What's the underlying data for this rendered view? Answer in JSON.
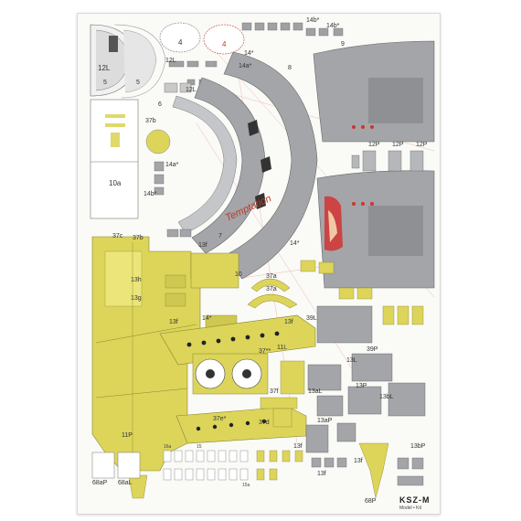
{
  "sheet": {
    "brand": "KSZ-M",
    "brand_sub": "Model • Kit",
    "nose_art": "Temptation",
    "labels": {
      "p12L_a": "12L",
      "p5_a": "5",
      "p5_b": "5",
      "p4_a": "4",
      "p4_b": "4",
      "p12L_b": "12L",
      "p12L_c": "12L",
      "p14a_a": "14a*",
      "p14a_top": "14*",
      "p8": "8",
      "p9": "9",
      "p14b_a": "14b*",
      "p14b_b": "14b*",
      "p6": "6",
      "p37b_a": "37b",
      "p14a_b": "14a*",
      "p14b_c": "14b*",
      "p10a": "10a",
      "p7": "7",
      "p12P_a": "12P",
      "p12P_b": "12P",
      "p12P_c": "12P",
      "p37c": "37c",
      "p37b_b": "37b",
      "p13f_a": "13f",
      "p14_a": "14*",
      "p13h": "13h",
      "p13g": "13g",
      "p10": "10",
      "p37a_a": "37a",
      "p37a_b": "37a",
      "p13f_b": "13f",
      "p14_b": "14*",
      "p13f_c": "13f",
      "p39L": "39L",
      "p11L": "11L",
      "p39P": "39P",
      "p37star": "37**",
      "p13L": "13L",
      "p37f": "37f",
      "p13aL": "13aL",
      "p13P": "13P",
      "p13bL": "13bL",
      "p37e": "37e*",
      "p37d": "37d",
      "p13aP": "13aP",
      "p11P": "11P",
      "p16a": "16a",
      "p15": "15",
      "p13f_d": "13f",
      "p13f_e": "13f",
      "p68aP": "68aP",
      "p68aL": "68aL",
      "p68P": "68P",
      "p13bP": "13bP",
      "p15a": "15a",
      "p13f_f": "13f"
    }
  },
  "colors": {
    "yellow": "#dcd55a",
    "yellow_dark": "#b9b13a",
    "gray": "#a3a5a8",
    "gray_dark": "#7b7d80",
    "gray_light": "#c4c6c9",
    "red": "#d0342c",
    "outline": "#5a5a5a"
  }
}
